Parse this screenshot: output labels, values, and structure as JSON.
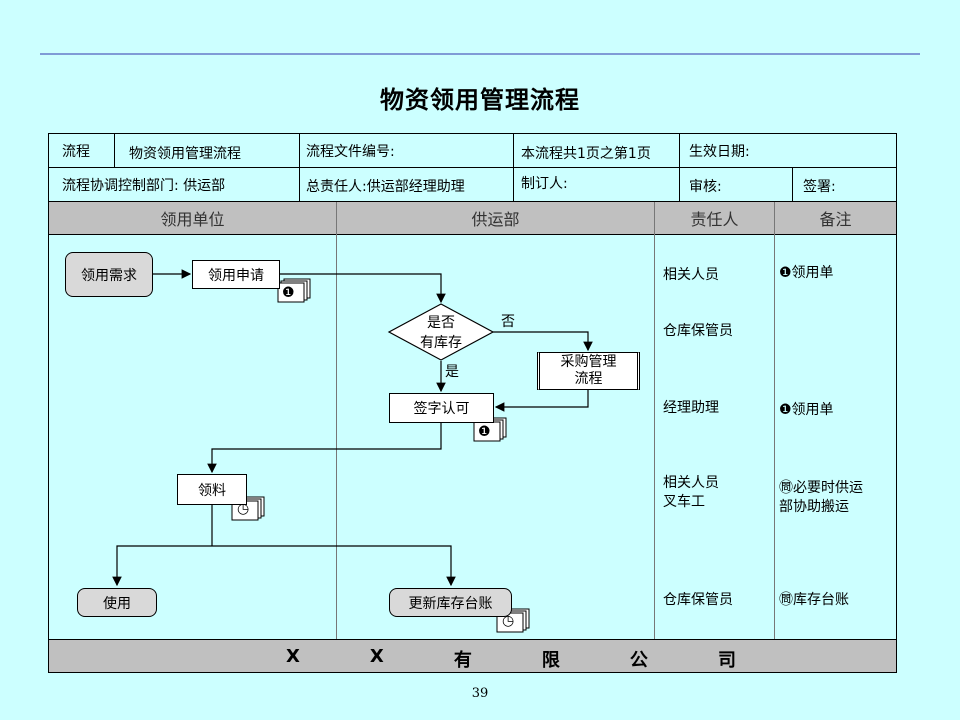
{
  "page_title": "物资领用管理流程",
  "page_number": "39",
  "header_table": {
    "row1": {
      "process_label": "流程",
      "process_name": "物资领用管理流程",
      "doc_no_label": "流程文件编号:",
      "page_info": "本流程共1页之第1页",
      "effective_date_label": "生效日期:"
    },
    "row2": {
      "coord_dept": "流程协调控制部门: 供运部",
      "owner": "总责任人:供运部经理助理",
      "author_label": "制订人:",
      "review_label": "审核:",
      "sign_label": "签署:"
    }
  },
  "lanes": {
    "dept1": "领用单位",
    "dept2": "供运部",
    "owner": "责任人",
    "remark": "备注"
  },
  "nodes": {
    "need": "领用需求",
    "apply": "领用申请",
    "decision_line1": "是否",
    "decision_line2": "有库存",
    "purchase_line1": "采购管理",
    "purchase_line2": "流程",
    "approve": "签字认可",
    "issue": "领料",
    "use": "使用",
    "update": "更新库存台账"
  },
  "branch_labels": {
    "no": "否",
    "yes": "是"
  },
  "responsible": {
    "r1": "相关人员",
    "r2": "仓库保管员",
    "r3": "经理助理",
    "r4_line1": "相关人员",
    "r4_line2": "叉车工",
    "r5": "仓库保管员"
  },
  "remarks": {
    "n1": "❶领用单",
    "n2": "❶领用单",
    "n3_line1": "㉄必要时供运",
    "n3_line2": "部协助搬运",
    "n4": "㉄库存台账"
  },
  "doc_markers": {
    "doc1": "❶",
    "clock": "◷"
  },
  "footer_company": [
    "X",
    "X",
    "有",
    "限",
    "公",
    "司"
  ]
}
